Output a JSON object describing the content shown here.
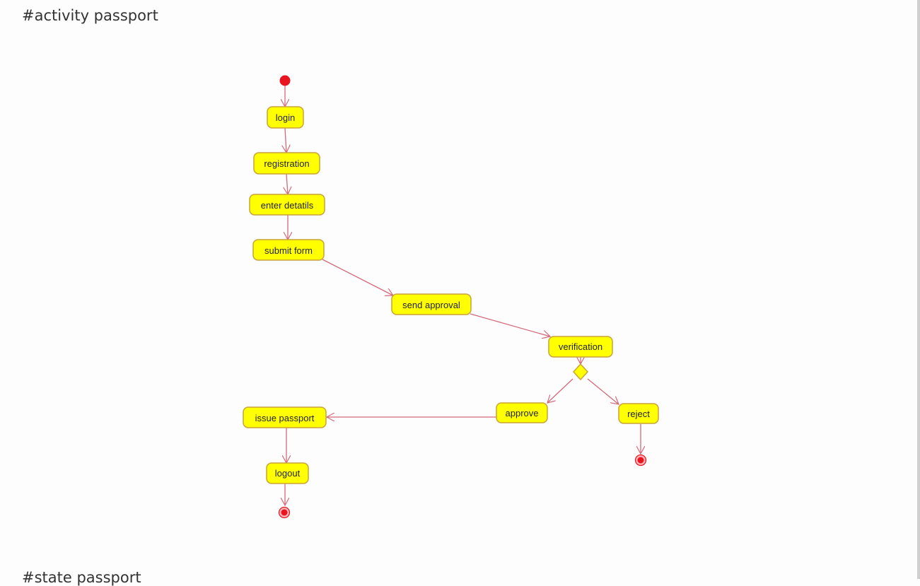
{
  "heading": "#activity passport",
  "next_heading": "#state passport",
  "diagram": {
    "type": "uml-activity",
    "colors": {
      "node_fill": "#ffff00",
      "node_border": "#c9a43a",
      "edge": "#d36a7a",
      "initial": "#e8141e"
    },
    "nodes": [
      {
        "id": "login",
        "label": "login"
      },
      {
        "id": "registration",
        "label": "registration"
      },
      {
        "id": "enter",
        "label": "enter detatils"
      },
      {
        "id": "submit",
        "label": "submit form"
      },
      {
        "id": "send",
        "label": "send approval"
      },
      {
        "id": "verification",
        "label": "verification"
      },
      {
        "id": "approve",
        "label": "approve"
      },
      {
        "id": "reject",
        "label": "reject"
      },
      {
        "id": "issue",
        "label": "issue passport"
      },
      {
        "id": "logout",
        "label": "logout"
      }
    ],
    "edges": [
      [
        "start",
        "login"
      ],
      [
        "login",
        "registration"
      ],
      [
        "registration",
        "enter detatils"
      ],
      [
        "enter detatils",
        "submit form"
      ],
      [
        "submit form",
        "send approval"
      ],
      [
        "send approval",
        "verification"
      ],
      [
        "verification",
        "decision"
      ],
      [
        "decision",
        "approve"
      ],
      [
        "decision",
        "reject"
      ],
      [
        "approve",
        "issue passport"
      ],
      [
        "issue passport",
        "logout"
      ],
      [
        "logout",
        "end"
      ],
      [
        "reject",
        "end"
      ]
    ]
  }
}
